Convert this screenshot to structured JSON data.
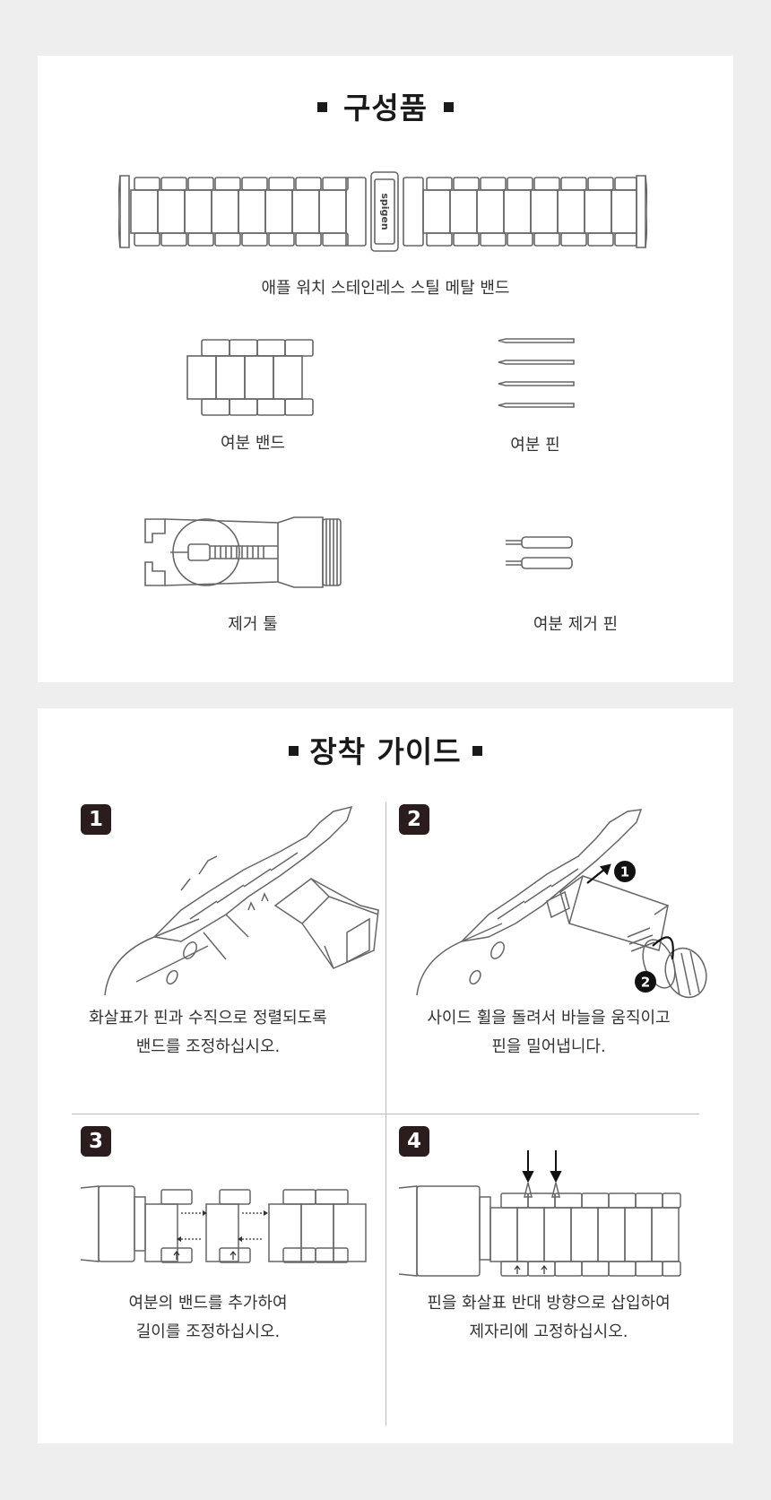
{
  "components": {
    "title": "구성품",
    "main_band": "애플 워치 스테인레스 스틸 메탈 밴드",
    "logo_text": "spigen",
    "spare_band": "여분 밴드",
    "spare_pins": "여분 핀",
    "removal_tool": "제거 툴",
    "spare_removal_pins": "여분 제거 핀"
  },
  "guide": {
    "title": "장착 가이드",
    "steps": [
      {
        "number": "1",
        "line1": "화살표가 핀과 수직으로 정렬되도록",
        "line2": "밴드를 조정하십시오."
      },
      {
        "number": "2",
        "line1": "사이드 휠을 돌려서 바늘을 움직이고",
        "line2": "핀을 밀어냅니다."
      },
      {
        "number": "3",
        "line1": "여분의 밴드를 추가하여",
        "line2": "길이를 조정하십시오."
      },
      {
        "number": "4",
        "line1": "핀을 화살표 반대 방향으로 삽입하여",
        "line2": "제자리에 고정하십시오."
      }
    ],
    "sub_markers": [
      "1",
      "2"
    ]
  },
  "colors": {
    "page_bg": "#eeeeee",
    "card_bg": "#ffffff",
    "line": "#666666",
    "badge_bg": "#2b1d1d"
  }
}
